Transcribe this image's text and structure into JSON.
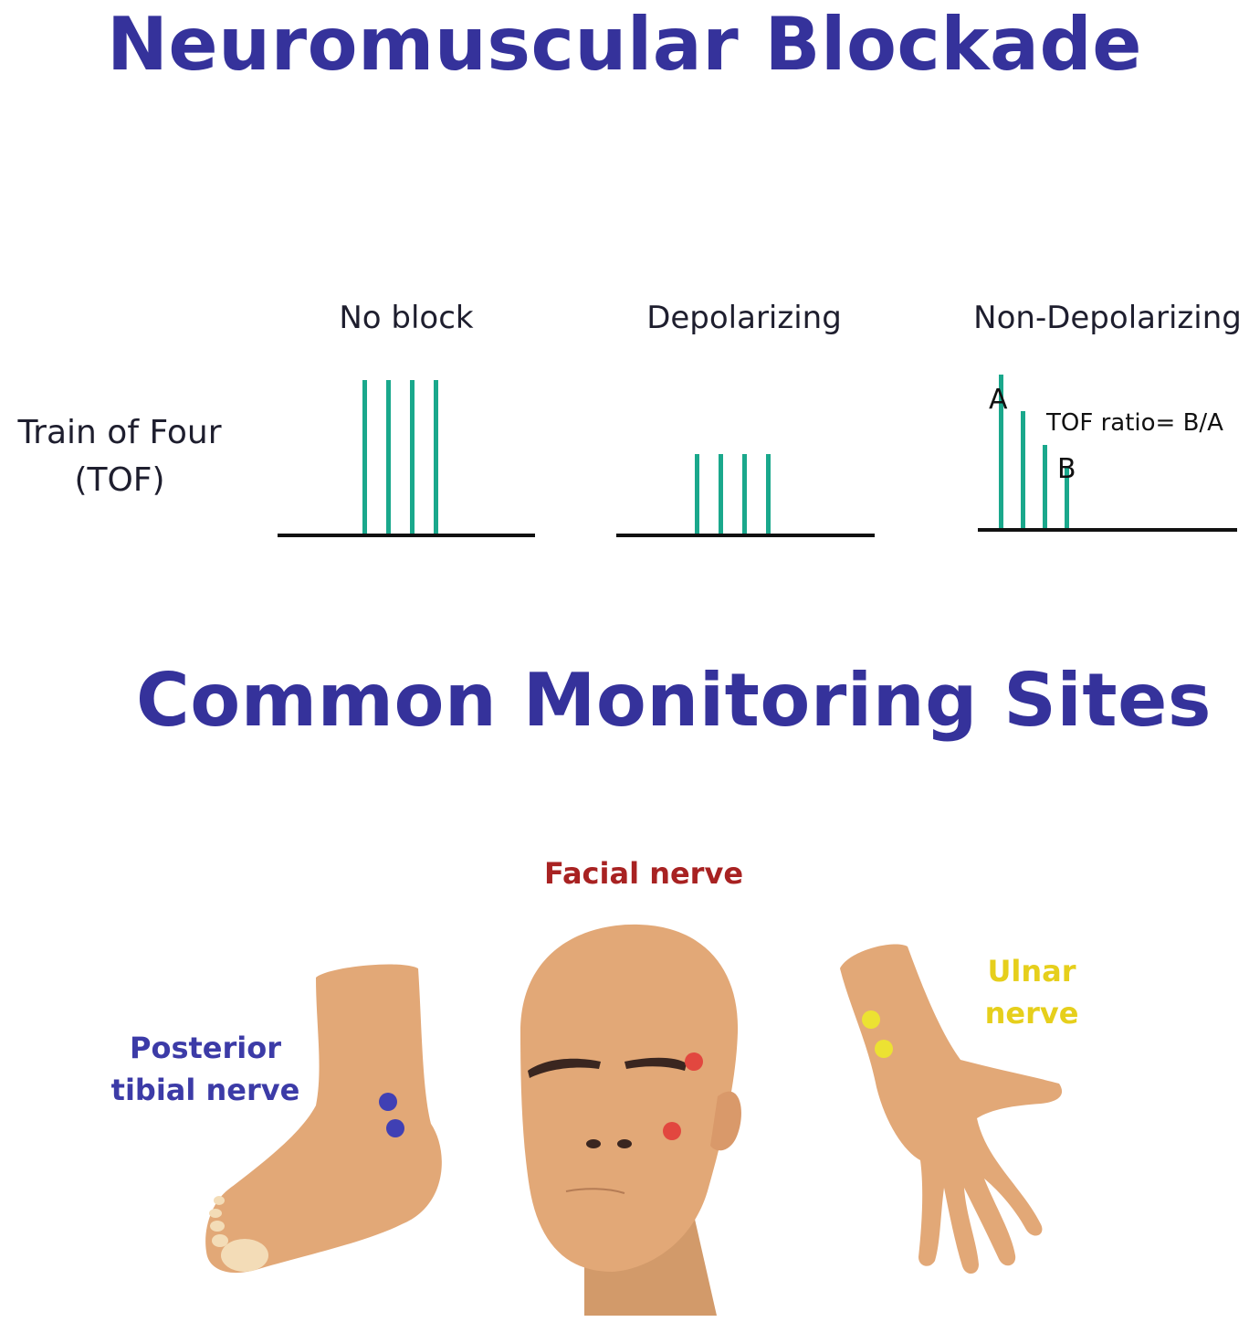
{
  "title": "Neuromuscular Blockade",
  "tof": {
    "row_label_line1": "Train of Four",
    "row_label_line2": "(TOF)",
    "columns": [
      "No block",
      "Depolarizing",
      "Non-Depolarizing"
    ],
    "annotation_a": "A",
    "annotation_b": "B",
    "ratio_label": "TOF  ratio= B/A"
  },
  "chart_data": [
    {
      "type": "bar",
      "title": "No block",
      "values": [
        100,
        100,
        100,
        100
      ]
    },
    {
      "type": "bar",
      "title": "Depolarizing",
      "values": [
        52,
        52,
        52,
        52
      ]
    },
    {
      "type": "bar",
      "title": "Non-Depolarizing",
      "values": [
        100,
        76,
        54,
        39
      ]
    }
  ],
  "sites_title": "Common Monitoring Sites",
  "sites": {
    "facial": "Facial nerve",
    "tibial_line1": "Posterior",
    "tibial_line2": "tibial nerve",
    "ulnar_line1": "Ulnar",
    "ulnar_line2": "nerve"
  },
  "colors": {
    "title": "#35329b",
    "bars": "#1aa88c",
    "facial": "#a82222",
    "tibial": "#3c3ba7",
    "ulnar": "#e6cf1c",
    "skin": "#e2a877"
  }
}
